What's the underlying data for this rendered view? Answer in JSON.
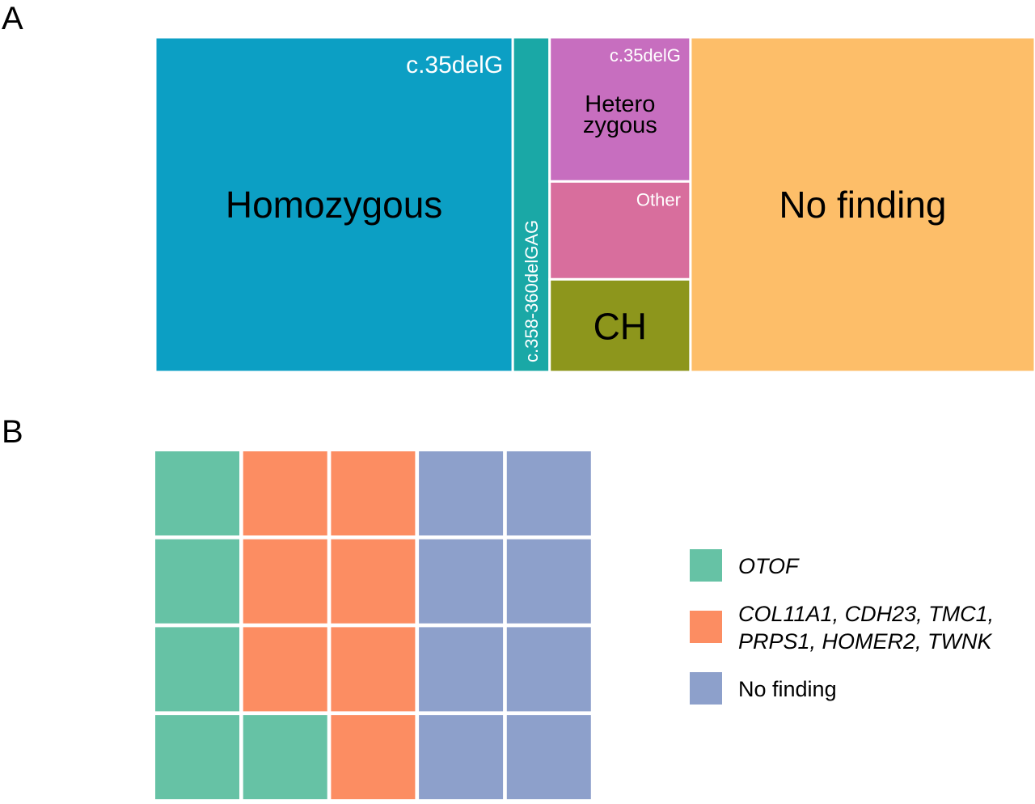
{
  "chart_data": [
    {
      "panel_label": "A",
      "type": "treemap",
      "colors": {
        "homozygous": "#0c9fc4",
        "c358": "#1aa8a6",
        "heterozygous_c35delg": "#c76ebf",
        "heterozygous_other": "#d86e9d",
        "ch": "#8d961c",
        "no_finding": "#fdbe69",
        "border": "#ffffff"
      },
      "tiles": [
        {
          "key": "homozygous",
          "group_label": "Homozygous",
          "sub_label": "c.35delG",
          "value": 165
        },
        {
          "key": "c358",
          "group_label": "",
          "sub_label": "c.358-360delGAG",
          "value": 17
        },
        {
          "key": "heterozygous_c35delg",
          "group_label": "Hetero\nzygous",
          "sub_label": "c.35delG",
          "value": 28
        },
        {
          "key": "heterozygous_other",
          "group_label": "",
          "sub_label": "Other",
          "value": 19
        },
        {
          "key": "ch",
          "group_label": "CH",
          "sub_label": "",
          "value": 18
        },
        {
          "key": "no_finding",
          "group_label": "No finding",
          "sub_label": "",
          "value": 159
        }
      ]
    },
    {
      "panel_label": "B",
      "type": "waffle",
      "rows": 4,
      "cols": 5,
      "categories": [
        {
          "key": "otof",
          "label": "OTOF",
          "color": "#66c2a5",
          "count": 5
        },
        {
          "key": "other_genes",
          "label": "COL11A1, CDH23, TMC1,\nPRPS1, HOMER2, TWNK",
          "color": "#fc8d62",
          "count": 7
        },
        {
          "key": "no_finding",
          "label": "No finding",
          "color": "#8da0cb",
          "count": 8
        }
      ],
      "grid": [
        [
          "otof",
          "other_genes",
          "other_genes",
          "no_finding",
          "no_finding"
        ],
        [
          "otof",
          "other_genes",
          "other_genes",
          "no_finding",
          "no_finding"
        ],
        [
          "otof",
          "other_genes",
          "other_genes",
          "no_finding",
          "no_finding"
        ],
        [
          "otof",
          "otof",
          "other_genes",
          "no_finding",
          "no_finding"
        ]
      ]
    }
  ]
}
